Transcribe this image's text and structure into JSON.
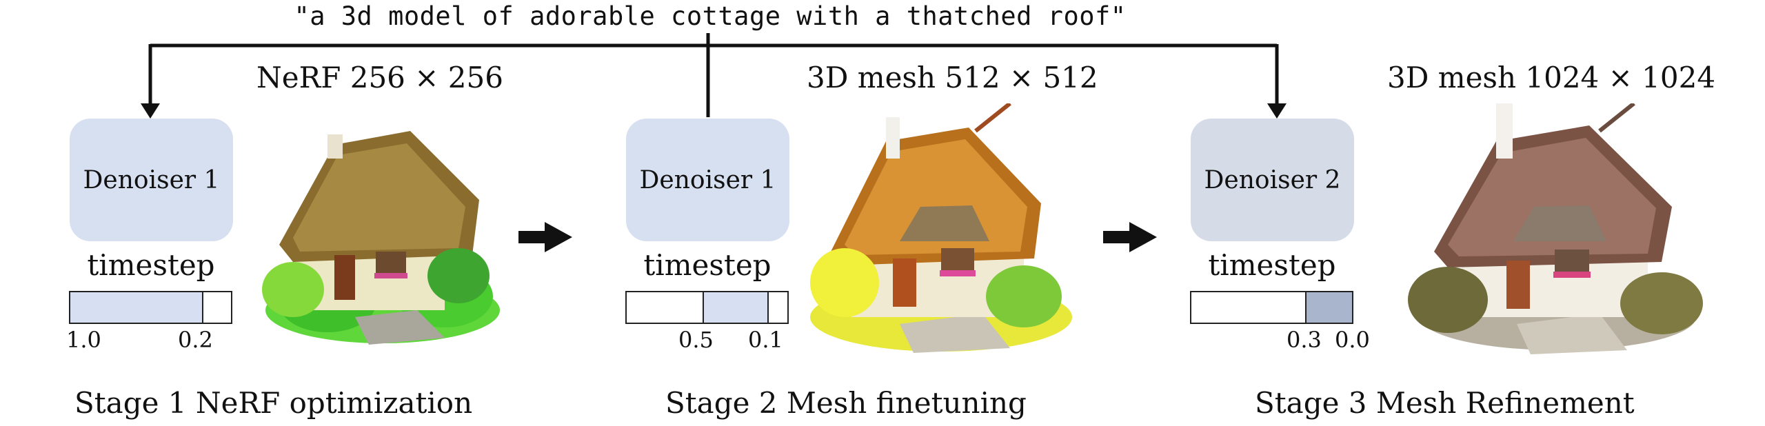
{
  "prompt": "\"a 3d model of adorable cottage with a thatched roof\"",
  "stages": [
    {
      "resolution": "NeRF 256 × 256",
      "denoiser": "Denoiser 1",
      "timestep_label": "timestep",
      "timestep_start": "1.0",
      "timestep_end": "0.2",
      "timestep_range": [
        1.0,
        0.2
      ],
      "fill_color": "#d6e0f2",
      "caption": "Stage 1 NeRF optimization"
    },
    {
      "resolution": "3D mesh 512 × 512",
      "denoiser": "Denoiser 1",
      "timestep_label": "timestep",
      "timestep_start": "0.5",
      "timestep_end": "0.1",
      "timestep_range": [
        0.5,
        0.1
      ],
      "fill_color": "#d6e0f2",
      "caption": "Stage 2 Mesh finetuning"
    },
    {
      "resolution": "3D mesh 1024 × 1024",
      "denoiser": "Denoiser 2",
      "timestep_label": "timestep",
      "timestep_start": "0.3",
      "timestep_end": "0.0",
      "timestep_range": [
        0.3,
        0.0
      ],
      "fill_color": "#a9b5cc",
      "caption": "Stage 3 Mesh Refinement"
    }
  ],
  "colors": {
    "denoiser_1_bg": "#d7e0f0",
    "denoiser_2_bg": "#d5dce8",
    "line": "#111111"
  }
}
